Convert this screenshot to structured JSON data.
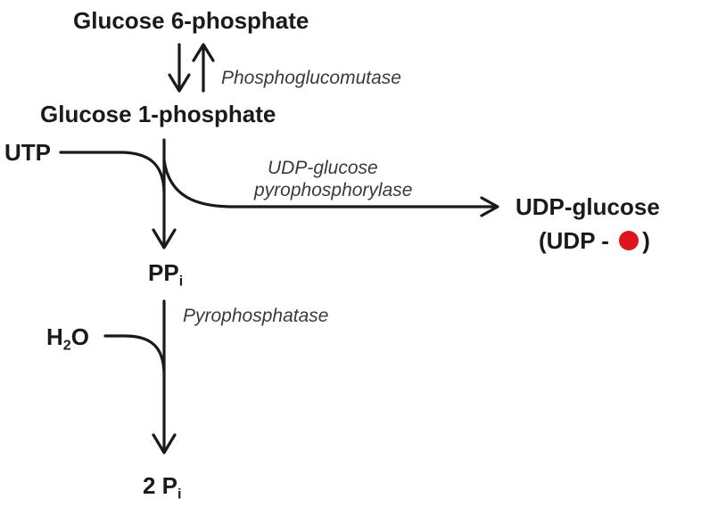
{
  "compounds": {
    "g6p": "Glucose 6-phosphate",
    "g1p": "Glucose 1-phosphate",
    "utp": "UTP",
    "udp_glucose": "UDP-glucose",
    "udp_paren_open": "(UDP - ",
    "udp_paren_close": ")",
    "ppi_main": "PP",
    "ppi_sub": "i",
    "h2o_h": "H",
    "h2o_sub": "2",
    "h2o_o": "O",
    "pi_main": "2 P",
    "pi_sub": "i"
  },
  "enzymes": {
    "phosphoglucomutase": "Phosphoglucomutase",
    "udp_glucose_ppase_line1": "UDP-glucose",
    "udp_glucose_ppase_line2": "pyrophosphorylase",
    "pyrophosphatase": "Pyrophosphatase"
  },
  "colors": {
    "arrow": "#1a1a1a",
    "glucose_dot": "#e0141c"
  }
}
